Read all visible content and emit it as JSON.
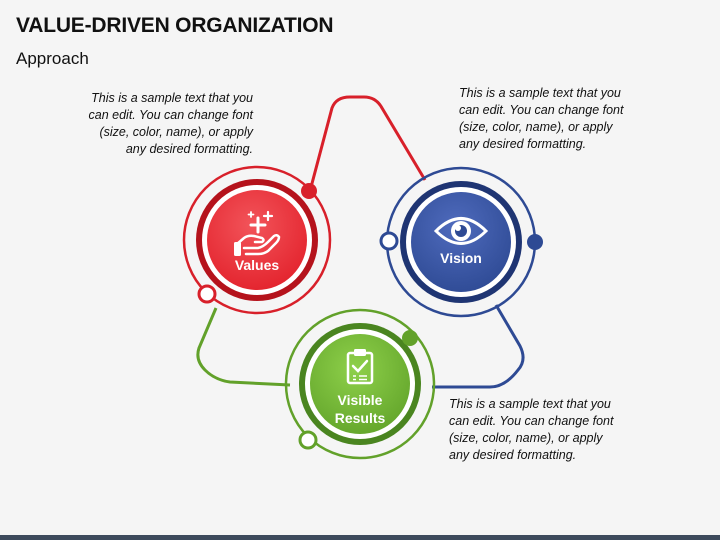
{
  "header": {
    "title": "VALUE-DRIVEN ORGANIZATION",
    "subtitle": "Approach"
  },
  "nodes": [
    {
      "id": "values",
      "label": "Values",
      "icon": "hand-sparkle-icon",
      "color": "#e0202a",
      "note": "This is a sample text that you can edit. You can change font (size, color, name), or apply any desired formatting."
    },
    {
      "id": "vision",
      "label": "Vision",
      "icon": "eye-icon",
      "color": "#2e4a94",
      "note": "This is a sample text that you can edit. You can change font (size, color, name), or apply any desired formatting."
    },
    {
      "id": "results",
      "label_line1": "Visible",
      "label_line2": "Results",
      "icon": "clipboard-check-icon",
      "color": "#62a12a",
      "note": "This is a sample text that you can edit. You can change font (size, color, name), or apply any desired formatting."
    }
  ]
}
